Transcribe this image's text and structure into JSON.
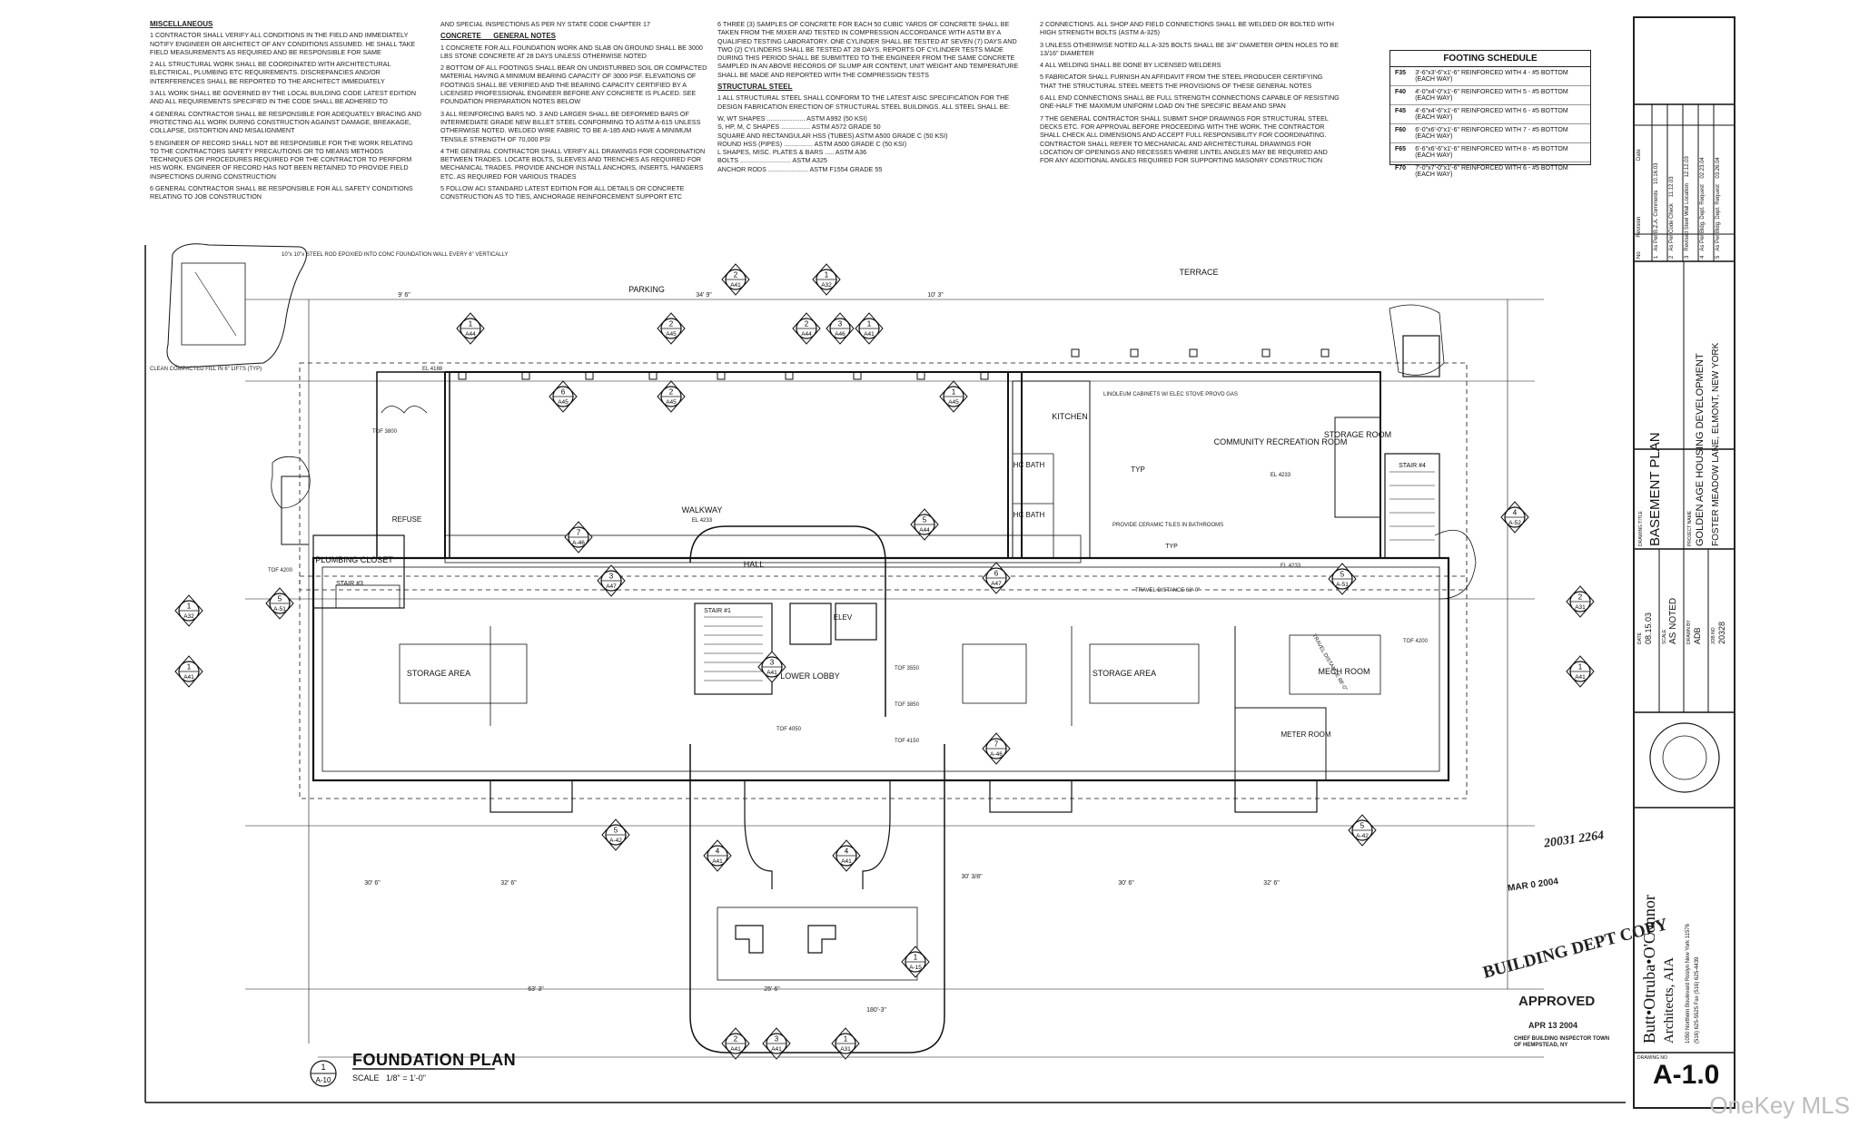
{
  "notes": {
    "miscellaneous": {
      "heading": "MISCELLANEOUS",
      "items": [
        "1 CONTRACTOR SHALL VERIFY ALL CONDITIONS IN THE FIELD AND IMMEDIATELY NOTIFY ENGINEER OR ARCHITECT OF ANY CONDITIONS ASSUMED. HE SHALL TAKE FIELD MEASUREMENTS AS REQUIRED AND BE RESPONSIBLE FOR SAME",
        "2 ALL STRUCTURAL WORK SHALL BE COORDINATED WITH ARCHITECTURAL ELECTRICAL, PLUMBING ETC REQUIREMENTS. DISCREPANCIES AND/OR INTERFERENCES SHALL BE REPORTED TO THE ARCHITECT IMMEDIATELY",
        "3 ALL WORK SHALL BE GOVERNED BY THE LOCAL BUILDING CODE LATEST EDITION AND ALL REQUIREMENTS SPECIFIED IN THE CODE SHALL BE ADHERED TO",
        "4 GENERAL CONTRACTOR SHALL BE RESPONSIBLE FOR ADEQUATELY BRACING AND PROTECTING ALL WORK DURING CONSTRUCTION AGAINST DAMAGE, BREAKAGE, COLLAPSE, DISTORTION AND MISALIGNMENT",
        "5 ENGINEER OF RECORD SHALL NOT BE RESPONSIBLE FOR THE WORK RELATING TO THE CONTRACTORS SAFETY PRECAUTIONS OR TO MEANS METHODS TECHNIQUES OR PROCEDURES REQUIRED FOR THE CONTRACTOR TO PERFORM HIS WORK. ENGINEER OF RECORD HAS NOT BEEN RETAINED TO PROVIDE FIELD INSPECTIONS DURING CONSTRUCTION",
        "6 GENERAL CONTRACTOR SHALL BE RESPONSIBLE FOR ALL SAFETY CONDITIONS RELATING TO JOB CONSTRUCTION"
      ]
    },
    "concrete": {
      "lead": "AND SPECIAL INSPECTIONS AS PER NY STATE CODE CHAPTER 17",
      "heading": "CONCRETE",
      "subheading": "GENERAL NOTES",
      "items": [
        "1 CONCRETE FOR ALL FOUNDATION WORK AND SLAB ON GROUND SHALL BE 3000 LBS STONE CONCRETE AT 28 DAYS UNLESS OTHERWISE NOTED",
        "2 BOTTOM OF ALL FOOTINGS SHALL BEAR ON UNDISTURBED SOIL OR COMPACTED MATERIAL HAVING A MINIMUM BEARING CAPACITY OF 3000 PSF. ELEVATIONS OF FOOTINGS SHALL BE VERIFIED AND THE BEARING CAPACITY CERTIFIED BY A LICENSED PROFESSIONAL ENGINEER BEFORE ANY CONCRETE IS PLACED. SEE FOUNDATION PREPARATION NOTES BELOW",
        "3 ALL REINFORCING BARS No. 3 AND LARGER SHALL BE DEFORMED BARS OF INTERMEDIATE GRADE NEW BILLET STEEL CONFORMING TO ASTM A-615 UNLESS OTHERWISE NOTED. WELDED WIRE FABRIC TO BE A-185 AND HAVE A MINIMUM TENSILE STRENGTH OF 70,000 PSI",
        "4 THE GENERAL CONTRACTOR SHALL VERIFY ALL DRAWINGS FOR COORDINATION BETWEEN TRADES. LOCATE BOLTS, SLEEVES AND TRENCHES AS REQUIRED FOR MECHANICAL TRADES. PROVIDE ANCHOR INSTALL ANCHORS, INSERTS, HANGERS ETC. AS REQUIRED FOR VARIOUS TRADES",
        "5 FOLLOW ACI STANDARD LATEST EDITION FOR ALL DETAILS OR CONCRETE CONSTRUCTION AS TO TIES, ANCHORAGE REINFORCEMENT SUPPORT ETC"
      ]
    },
    "concrete_cont": {
      "items": [
        "6 THREE (3) SAMPLES OF CONCRETE FOR EACH 50 CUBIC YARDS OF CONCRETE SHALL BE TAKEN FROM THE MIXER AND TESTED IN COMPRESSION ACCORDANCE WITH ASTM BY A QUALIFIED TESTING LABORATORY. ONE CYLINDER SHALL BE TESTED AT SEVEN (7) DAYS AND TWO (2) CYLINDERS SHALL BE TESTED AT 28 DAYS. REPORTS OF CYLINDER TESTS MADE DURING THIS PERIOD SHALL BE SUBMITTED TO THE ENGINEER FROM THE SAME CONCRETE SAMPLED IN AN ABOVE RECORDS OF SLUMP AIR CONTENT, UNIT WEIGHT AND TEMPERATURE SHALL BE MADE AND REPORTED WITH THE COMPRESSION TESTS"
      ],
      "steel_heading": "STRUCTURAL STEEL",
      "steel_items": [
        "1 ALL STRUCTURAL STEEL SHALL CONFORM TO THE LATEST AISC SPECIFICATION FOR THE DESIGN FABRICATION ERECTION OF STRUCTURAL STEEL BUILDINGS. ALL STEEL SHALL BE:",
        "W, WT SHAPES ..................... ASTM A992 (50 KSI)",
        "S, HP, M, C SHAPES ................ ASTM A572 GRADE 50",
        "SQUARE AND RECTANGULAR HSS (TUBES) ASTM A500 GRADE C (50 KSI)",
        "ROUND HSS (PIPES) ................ ASTM A500 GRADE C (50 KSI)",
        "L SHAPES, MISC. PLATES & BARS ..... ASTM A36",
        "BOLTS ............................ ASTM A325",
        "ANCHOR RODS ...................... ASTM F1554 GRADE 55"
      ]
    },
    "steel_cont": {
      "items": [
        "2 CONNECTIONS. ALL SHOP AND FIELD CONNECTIONS SHALL BE WELDED OR BOLTED WITH HIGH STRENGTH BOLTS (ASTM A-325)",
        "3 UNLESS OTHERWISE NOTED ALL A-325 BOLTS SHALL BE 3/4\" DIAMETER OPEN HOLES TO BE 13/16\" DIAMETER",
        "4 ALL WELDING SHALL BE DONE BY LICENSED WELDERS",
        "5 FABRICATOR SHALL FURNISH AN AFFIDAVIT FROM THE STEEL PRODUCER CERTIFYING THAT THE STRUCTURAL STEEL MEETS THE PROVISIONS OF THESE GENERAL NOTES",
        "6 ALL END CONNECTIONS SHALL BE FULL STRENGTH CONNECTIONS CAPABLE OF RESISTING ONE-HALF THE MAXIMUM UNIFORM LOAD ON THE SPECIFIC BEAM AND SPAN",
        "7 THE GENERAL CONTRACTOR SHALL SUBMIT SHOP DRAWINGS FOR STRUCTURAL STEEL DECKS ETC. FOR APPROVAL BEFORE PROCEEDING WITH THE WORK. THE CONTRACTOR SHALL CHECK ALL DIMENSIONS AND ACCEPT FULL RESPONSIBILITY FOR COORDINATING. CONTRACTOR SHALL REFER TO MECHANICAL AND ARCHITECTURAL DRAWINGS FOR LOCATION OF OPENINGS AND RECESSES WHERE LINTEL ANGLES MAY BE REQUIRED AND FOR ANY ADDITIONAL ANGLES REQUIRED FOR SUPPORTING MASONRY CONSTRUCTION"
      ]
    }
  },
  "footing_schedule": {
    "title": "FOOTING SCHEDULE",
    "rows": [
      {
        "mark": "F35",
        "text": "3'-6\"x3'-6\"x1'-6\" REINFORCED WITH 4 - #5 BOTTOM (EACH WAY)"
      },
      {
        "mark": "F40",
        "text": "4'-0\"x4'-0\"x1'-6\" REINFORCED WITH 5 - #5 BOTTOM (EACH WAY)"
      },
      {
        "mark": "F45",
        "text": "4'-6\"x4'-6\"x1'-6\" REINFORCED WITH 6 - #5 BOTTOM (EACH WAY)"
      },
      {
        "mark": "F60",
        "text": "6'-0\"x6'-0\"x1'-6\" REINFORCED WITH 7 - #5 BOTTOM (EACH WAY)"
      },
      {
        "mark": "F65",
        "text": "6'-6\"x6'-6\"x1'-6\" REINFORCED WITH 8 - #5 BOTTOM (EACH WAY)"
      },
      {
        "mark": "F70",
        "text": "7'-0\"x7'-0\"x1'-6\" REINFORCED WITH 6 - #5 BOTTOM (EACH WAY)"
      }
    ]
  },
  "plan": {
    "rooms": [
      {
        "name": "PARKING"
      },
      {
        "name": "TERRACE"
      },
      {
        "name": "WALKWAY",
        "sub": "EL 4233"
      },
      {
        "name": "KITCHEN"
      },
      {
        "name": "COMMUNITY RECREATION ROOM",
        "sub": "EL 4233"
      },
      {
        "name": "STORAGE ROOM"
      },
      {
        "name": "HC BATH"
      },
      {
        "name": "HC BATH"
      },
      {
        "name": "REFUSE"
      },
      {
        "name": "PLUMBING CLOSET"
      },
      {
        "name": "STAIR #3"
      },
      {
        "name": "STAIR #1"
      },
      {
        "name": "STAIR #4"
      },
      {
        "name": "HALL"
      },
      {
        "name": "LOWER LOBBY"
      },
      {
        "name": "STORAGE AREA"
      },
      {
        "name": "STORAGE AREA"
      },
      {
        "name": "MECH ROOM"
      },
      {
        "name": "METER ROOM"
      },
      {
        "name": "ELEV"
      },
      {
        "name": "TYP"
      },
      {
        "name": "TYP"
      }
    ],
    "annotations": [
      "PROVIDE CERAMIC TILES IN BATHROOMS",
      "LINOLEUM CABINETS W/ ELEC STOVE PROVD GAS",
      "TRAVEL DISTANCE 62'-0\"",
      "TRAVEL DISTANCE 88'-0\"",
      "CLEAN COMPACTED FILL IN 6\" LIFTS (TYP)",
      "10\"x 10\"x STEEL ROD EPOXIED INTO CONC FOUNDATION WALL EVERY 6\" VERTICALLY",
      "TOF 4200",
      "TOF 3800",
      "TOF 3550",
      "TOF 3850",
      "TOF 4050",
      "TOF 4150",
      "TOF 4200",
      "EL 4233",
      "EL 4188"
    ],
    "section_markers": [
      {
        "num": "2",
        "sheet": "A41"
      },
      {
        "num": "1",
        "sheet": "A32"
      },
      {
        "num": "1",
        "sheet": "A44"
      },
      {
        "num": "2",
        "sheet": "A45"
      },
      {
        "num": "3",
        "sheet": "A46"
      },
      {
        "num": "2",
        "sheet": "A44"
      },
      {
        "num": "1",
        "sheet": "A41"
      },
      {
        "num": "2",
        "sheet": "A45"
      },
      {
        "num": "6",
        "sheet": "A45"
      },
      {
        "num": "1",
        "sheet": "A45"
      },
      {
        "num": "7",
        "sheet": "A-46"
      },
      {
        "num": "5",
        "sheet": "A44"
      },
      {
        "num": "3",
        "sheet": "A47"
      },
      {
        "num": "6",
        "sheet": "A47"
      },
      {
        "num": "4",
        "sheet": "A-52"
      },
      {
        "num": "5",
        "sheet": "A-51"
      },
      {
        "num": "5",
        "sheet": "A-51"
      },
      {
        "num": "2",
        "sheet": "A31"
      },
      {
        "num": "1",
        "sheet": "A32"
      },
      {
        "num": "1",
        "sheet": "A41"
      },
      {
        "num": "1",
        "sheet": "A41"
      },
      {
        "num": "7",
        "sheet": "A-46"
      },
      {
        "num": "3",
        "sheet": "A41"
      },
      {
        "num": "5",
        "sheet": "A-42"
      },
      {
        "num": "5",
        "sheet": "A-42"
      },
      {
        "num": "4",
        "sheet": "A41"
      },
      {
        "num": "4",
        "sheet": "A41"
      },
      {
        "num": "1",
        "sheet": "A-15"
      },
      {
        "num": "2",
        "sheet": "A41"
      },
      {
        "num": "3",
        "sheet": "A41"
      },
      {
        "num": "1",
        "sheet": "A31"
      }
    ],
    "dimensions": [
      "34' 9\"",
      "9' 6\"",
      "10' 3\"",
      "30' 6\"",
      "32' 6\"",
      "30' 3/8\"",
      "63' 3\"",
      "25' 6\"",
      "180'-3\"",
      "30' 6\"",
      "32' 6\""
    ],
    "title": "FOUNDATION PLAN",
    "scale_label": "SCALE",
    "scale_value": "1/8\" = 1'-0\"",
    "detail_num": "1",
    "detail_sheet": "A-10"
  },
  "stamps": {
    "building_dept": "BUILDING DEPT COPY",
    "approved": "APPROVED",
    "approved_date": "APR 13 2004",
    "approved_note": "CHIEF BUILDING INSPECTOR TOWN OF HEMPSTEAD, NY",
    "permit_no": "20031 2264",
    "received_date": "MAR 0 2004"
  },
  "titleblock": {
    "revisions_header": [
      "No",
      "Revision",
      "Date"
    ],
    "revisions": [
      {
        "no": "1",
        "text": "As Per B.Z.A. Comments",
        "date": "10.16.03"
      },
      {
        "no": "2",
        "text": "As Per Code Check",
        "date": "11.12.03"
      },
      {
        "no": "3",
        "text": "Revised Steel Wall Location",
        "date": "12.12.03"
      },
      {
        "no": "4",
        "text": "As Per Bldg. Dept. Request",
        "date": "02.23.04"
      },
      {
        "no": "5",
        "text": "As Per Bldg. Dept. Request",
        "date": "03.26.04"
      }
    ],
    "drawing_title_label": "DRAWING TITLE",
    "drawing_title": "BASEMENT PLAN",
    "project_label": "PROJECT NAME",
    "project_name": "GOLDEN AGE HOUSING DEVELOPMENT",
    "project_address": "FOSTER MEADOW LANE, ELMONT, NEW YORK",
    "date_label": "DATE",
    "date": "08.15.03",
    "scale_label": "SCALE",
    "scale": "AS NOTED",
    "drawn_label": "DRAWN BY",
    "drawn": "ADB",
    "job_label": "JOB NO",
    "job": "20328",
    "firm_name": "Butt•Otruba•O'Connor",
    "firm_sub": "Architects, AIA",
    "firm_address": "1050 Northern Boulevard Roslyn New York 11576",
    "firm_phone": "(516) 625-5525 Fax (516) 625-4439",
    "drawing_no_label": "DRAWING NO",
    "drawing_no": "A-1.0"
  },
  "watermark": "OneKey MLS"
}
